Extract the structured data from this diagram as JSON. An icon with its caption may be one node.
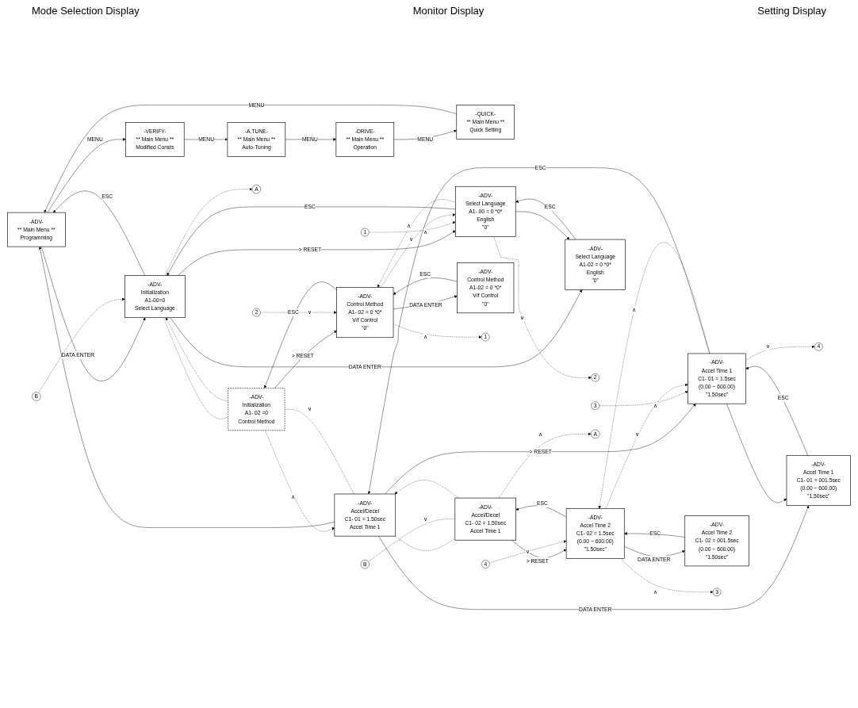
{
  "diagram": {
    "nodes": [
      {
        "text": [
          "-ADV-",
          "** Main Menu **",
          "Programming"
        ]
      },
      {
        "text": [
          "-VERIFY-",
          "** Main Menu **",
          "Modified Consts"
        ]
      },
      {
        "text": [
          "-A.TUNE-",
          "** Main Menu **",
          "Auto-Tuning"
        ]
      },
      {
        "text": [
          "-DRIVE-",
          "** Main Menu **",
          "Operation"
        ]
      },
      {
        "text": [
          "-QUICK-",
          "** Main Menu **",
          "Quick Setting"
        ]
      },
      {
        "text": [
          "-ADV-",
          "Initialization",
          "A1-00=0",
          "Select Language"
        ]
      },
      {
        "text": [
          "-ADV-",
          "Initialization",
          "A1- 02 =0",
          "Control Method"
        ]
      },
      {
        "text": [
          "-ADV-",
          "Accel/Decel",
          "C1- 01 = 1.50sec",
          "Accel Time 1"
        ]
      },
      {
        "text": [
          "-ADV-",
          "Accel/Decel",
          "C1- 02 = 1.50sec",
          "Accel Time 1"
        ]
      },
      {
        "text": [
          "-ADV-",
          "Select Language",
          "A1- 00 = 0 *0*",
          "English",
          "\"0\""
        ]
      },
      {
        "text": [
          "-ADV-",
          "Control Method",
          "A1- 02 = 0 *0*",
          "V/f Control",
          "\"0\""
        ]
      },
      {
        "text": [
          "-ADV-",
          "Accel Time 1",
          "C1- 01 = 1.5sec",
          "(0.00 ~ 600.00)",
          "\"1.50sec\""
        ]
      },
      {
        "text": [
          "-ADV-",
          "Accel Time 2",
          "C1- 02 = 1.5sec",
          "(0.00 ~ 600.00)",
          "\"1.50sec\""
        ]
      },
      {
        "text": [
          "-ADV-",
          "Select Language",
          "A1-02 = 0 *0*",
          "English",
          "\"0\""
        ]
      },
      {
        "text": [
          "-ADV-",
          "Control Method",
          "A1-02 = 0 *0*",
          "V/f Control",
          "\"0\""
        ]
      },
      {
        "text": [
          "-ADV-",
          "Accel Time 1",
          "C1- 01 = 001.5sec",
          "(0.00 ~ 600.00)",
          "\"1.50sec\""
        ]
      },
      {
        "text": [
          "-ADV-",
          "Accel Time 2",
          "C1- 02 = 001.5sec",
          "(0.00 ~ 600.00)",
          "\"1.50sec\""
        ]
      },
      {
        "text": [
          "A"
        ]
      },
      {
        "text": [
          "B"
        ]
      },
      {
        "text": [
          "1"
        ]
      },
      {
        "text": [
          "2"
        ]
      },
      {
        "text": [
          "1"
        ]
      },
      {
        "text": [
          "2"
        ]
      },
      {
        "text": [
          "3"
        ]
      },
      {
        "text": [
          "4"
        ]
      },
      {
        "text": [
          "3"
        ]
      },
      {
        "text": [
          "4"
        ]
      },
      {
        "text": [
          "A"
        ]
      },
      {
        "text": [
          "B"
        ]
      }
    ],
    "edges": [
      {
        "from": 0,
        "to": 1,
        "arrow": "to",
        "label": "MENU"
      },
      {
        "from": 1,
        "to": 2,
        "arrow": "to",
        "label": "MENU"
      },
      {
        "from": 2,
        "to": 3,
        "arrow": "to",
        "label": "MENU"
      },
      {
        "from": 3,
        "to": 4,
        "arrow": "to",
        "label": "MENU"
      },
      {
        "from": 4,
        "to": 0,
        "arrow": "to",
        "label": "MENU"
      },
      {
        "from": 0,
        "to": 5,
        "arrow": "to",
        "label": "DATA ENTER"
      },
      {
        "from": 5,
        "to": 0,
        "arrow": "to",
        "label": "ESC"
      },
      {
        "from": 7,
        "to": 0,
        "arrow": "to"
      },
      {
        "from": 5,
        "to": 17,
        "arrow": "to",
        "style": "dashed"
      },
      {
        "from": 18,
        "to": 5,
        "arrow": "to",
        "style": "dashed"
      },
      {
        "from": 5,
        "to": 6,
        "arrow": "none",
        "style": "dashed"
      },
      {
        "from": 6,
        "to": 5,
        "arrow": "to",
        "style": "dashed"
      },
      {
        "from": 6,
        "to": 7,
        "arrow": "to",
        "style": "dashed",
        "label": "∧"
      },
      {
        "from": 7,
        "to": 6,
        "arrow": "none",
        "style": "dashed",
        "label": "∨"
      },
      {
        "from": 7,
        "to": 8,
        "arrow": "none",
        "style": "dashed"
      },
      {
        "from": 8,
        "to": 7,
        "arrow": "to",
        "style": "dashed"
      },
      {
        "from": 8,
        "to": 27,
        "arrow": "to",
        "style": "dashed",
        "label": "∧"
      },
      {
        "from": 28,
        "to": 8,
        "arrow": "none",
        "style": "dashed",
        "label": "∨"
      },
      {
        "from": 5,
        "to": 9,
        "arrow": "to",
        "label": "> RESET"
      },
      {
        "from": 9,
        "to": 5,
        "arrow": "to",
        "label": "ESC"
      },
      {
        "from": 6,
        "to": 10,
        "arrow": "to",
        "label": "> RESET"
      },
      {
        "from": 10,
        "to": 6,
        "arrow": "to",
        "label": "ESC"
      },
      {
        "from": 7,
        "to": 11,
        "arrow": "to",
        "label": "> RESET"
      },
      {
        "from": 11,
        "to": 7,
        "arrow": "to",
        "label": "ESC"
      },
      {
        "from": 8,
        "to": 12,
        "arrow": "to",
        "label": "> RESET"
      },
      {
        "from": 12,
        "to": 8,
        "arrow": "to",
        "label": "ESC"
      },
      {
        "from": 5,
        "to": 13,
        "arrow": "to",
        "label": "DATA ENTER"
      },
      {
        "from": 9,
        "to": 13,
        "arrow": "to"
      },
      {
        "from": 13,
        "to": 9,
        "arrow": "to",
        "label": "ESC"
      },
      {
        "from": 10,
        "to": 14,
        "arrow": "to",
        "label": "DATA ENTER"
      },
      {
        "from": 14,
        "to": 10,
        "arrow": "to",
        "label": "ESC"
      },
      {
        "from": 7,
        "to": 15,
        "arrow": "to",
        "label": "DATA ENTER"
      },
      {
        "from": 11,
        "to": 15,
        "arrow": "to"
      },
      {
        "from": 15,
        "to": 11,
        "arrow": "to",
        "label": "ESC"
      },
      {
        "from": 12,
        "to": 16,
        "arrow": "to",
        "label": "DATA ENTER"
      },
      {
        "from": 16,
        "to": 12,
        "arrow": "to",
        "label": "ESC"
      },
      {
        "from": 19,
        "to": 9,
        "arrow": "to",
        "style": "dashed",
        "label": "∧"
      },
      {
        "from": 9,
        "to": 20,
        "arrow": "to",
        "style": "dashed",
        "label": "∨"
      },
      {
        "from": 9,
        "to": 10,
        "arrow": "to",
        "style": "dashed",
        "label": "∧"
      },
      {
        "from": 10,
        "to": 9,
        "arrow": "to",
        "style": "dashed",
        "label": "∨"
      },
      {
        "from": 10,
        "to": 21,
        "arrow": "to",
        "style": "dashed",
        "label": "∧"
      },
      {
        "from": 22,
        "to": 10,
        "arrow": "to",
        "style": "dashed",
        "label": "∨"
      },
      {
        "from": 23,
        "to": 11,
        "arrow": "to",
        "style": "dashed",
        "label": "∧"
      },
      {
        "from": 11,
        "to": 24,
        "arrow": "to",
        "style": "dashed",
        "label": "∨"
      },
      {
        "from": 11,
        "to": 12,
        "arrow": "to",
        "style": "dashed",
        "label": "∧"
      },
      {
        "from": 12,
        "to": 11,
        "arrow": "to",
        "style": "dashed",
        "label": "∨"
      },
      {
        "from": 12,
        "to": 25,
        "arrow": "to",
        "style": "dashed",
        "label": "∧"
      },
      {
        "from": 26,
        "to": 12,
        "arrow": "to",
        "style": "dashed",
        "label": "∨"
      }
    ],
    "labels": [
      "Mode Selection Display",
      "Monitor Display",
      "Setting Display"
    ]
  }
}
